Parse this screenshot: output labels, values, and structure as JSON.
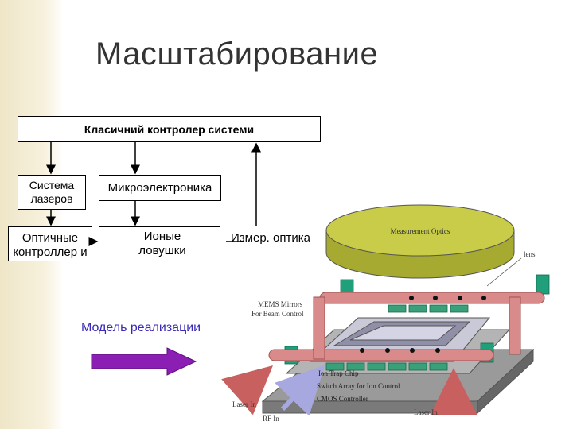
{
  "title": "Масштабирование",
  "diagram": {
    "controller": "Класичний контролер системи",
    "lasers": "Система лазеров",
    "microelectronics": "Микроэлектроника",
    "optical_controllers": "Оптичные контроллер и",
    "ion_traps": "Ионые ловушки",
    "measurement_optics": "Измер. оптика",
    "model_label": "Модель реализации"
  },
  "illustration": {
    "measurement_optics": "Measurement Optics",
    "lens": "lens",
    "mems_mirrors_1": "MEMS Mirrors",
    "mems_mirrors_2": "For Beam Control",
    "ion_trap_chip": "Ion Trap Chip",
    "switch_array": "Switch Array for Ion Control",
    "cmos_controller": "CMOS Controller",
    "laser_in_left": "Laser In",
    "laser_in_right": "Laser In",
    "rf_in": "RF In"
  },
  "colors": {
    "arrow_fill": "#8b1fb3",
    "disk": "#c8cc48",
    "rails": "#d98a8a",
    "supports": "#1fa07a",
    "chip": "#8fc9a8"
  }
}
